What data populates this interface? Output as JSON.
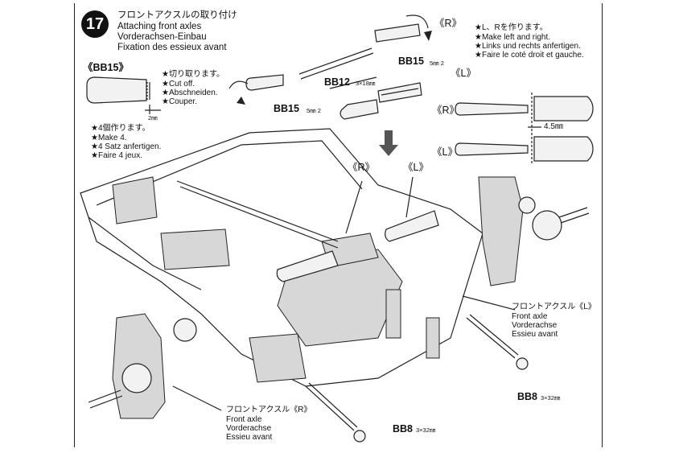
{
  "step": {
    "number": "17",
    "title_jp": "フロントアクスルの取り付け",
    "title_en": "Attaching front axles",
    "title_de": "Vorderachsen-Einbau",
    "title_fr": "Fixation des essieux avant"
  },
  "bb15_box": {
    "label": "《BB15》",
    "note_jp": "★切り取ります。",
    "note_en": "★Cut off.",
    "note_de": "★Abschneiden.",
    "note_fr": "★Couper.",
    "dim": "2㎜",
    "make_jp": "★4個作ります。",
    "make_en": "★Make 4.",
    "make_de": "★4 Satz anfertigen.",
    "make_fr": "★Faire 4 jeux."
  },
  "lr_note": {
    "jp": "★L、Rを作ります。",
    "en": "★Make left and right.",
    "de": "★Links und rechts anfertigen.",
    "fr": "★Faire le coté droit et gauche."
  },
  "parts": {
    "r_top": "《R》",
    "l_top": "《L》",
    "r_mid": "《R》",
    "l_mid": "《L》",
    "gap": "4.5㎜",
    "bb15_a": "BB15",
    "bb15_a_size": "5㎜ 2",
    "bb12": "BB12",
    "bb12_size": "3×18㎜",
    "bb15_b": "BB15",
    "bb15_b_size": "5㎜ 2",
    "r_chassis": "《R》",
    "l_chassis": "《L》"
  },
  "axle_l": {
    "jp": "フロントアクスル《L》",
    "en": "Front axle",
    "de": "Vorderachse",
    "fr": "Essieu avant"
  },
  "axle_r": {
    "jp": "フロントアクスル《R》",
    "en": "Front axle",
    "de": "Vorderachse",
    "fr": "Essieu avant"
  },
  "screws": {
    "bb8_right": "BB8",
    "bb8_right_size": "3×32㎜",
    "bb8_bottom": "BB8",
    "bb8_bottom_size": "3×32㎜"
  }
}
